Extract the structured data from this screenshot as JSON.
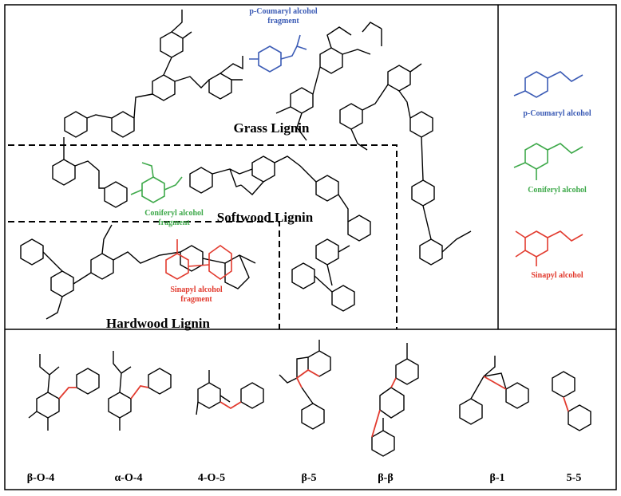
{
  "labels": {
    "grass_lignin": "Grass Lignin",
    "softwood_lignin": "Softwood Lignin",
    "hardwood_lignin": "Hardwood Lignin",
    "p_coumaryl_fragment_line1": "p-Coumaryl alcohol",
    "p_coumaryl_fragment_line2": "fragment",
    "coniferyl_fragment_line1": "Coniferyl alcohol",
    "coniferyl_fragment_line2": "fragment",
    "sinapyl_fragment_line1": "Sinapyl alcohol",
    "sinapyl_fragment_line2": "fragment"
  },
  "monomers": [
    {
      "name": "p-Coumaryl alcohol",
      "color": "#3b5bb5"
    },
    {
      "name": "Coniferyl alcohol",
      "color": "#3ea94a"
    },
    {
      "name": "Sinapyl alcohol",
      "color": "#e23b2f"
    }
  ],
  "linkages": [
    "β-O-4",
    "α-O-4",
    "4-O-5",
    "β-5",
    "β-β",
    "β-1",
    "5-5"
  ],
  "colors": {
    "blue": "#3b5bb5",
    "green": "#3ea94a",
    "red": "#e23b2f",
    "line": "#000000"
  }
}
